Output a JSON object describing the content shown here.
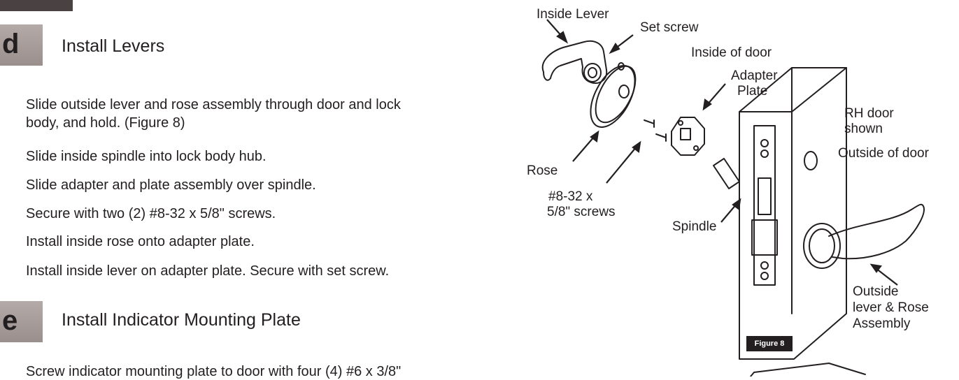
{
  "sections": [
    {
      "letter": "d",
      "title": "Install Levers",
      "steps": [
        "Slide outside lever and rose assembly through door and lock",
        "body, and hold. (Figure 8)",
        "Slide inside spindle into lock body hub.",
        "Slide adapter and plate assembly over spindle.",
        "Secure with two (2) #8-32 x 5/8\" screws.",
        "Install inside rose onto adapter plate.",
        "Install inside lever on adapter plate. Secure with set screw."
      ]
    },
    {
      "letter": "e",
      "title": "Install Indicator Mounting Plate",
      "steps": [
        "Screw indicator mounting plate to door with four (4) #6 x 3/8\""
      ]
    }
  ],
  "figure": {
    "caption": "Figure 8",
    "labels": {
      "inside_lever": "Inside Lever",
      "set_screw": "Set screw",
      "inside_of_door": "Inside of door",
      "adapter_plate_1": "Adapter",
      "adapter_plate_2": "Plate",
      "rh_door_1": "RH door",
      "rh_door_2": "shown",
      "outside_of_door": "Outside of door",
      "rose": "Rose",
      "screws_1": "#8-32 x",
      "screws_2": "5/8\" screws",
      "spindle": "Spindle",
      "outside_lever_1": "Outside",
      "outside_lever_2": "lever & Rose",
      "outside_lever_3": "Assembly"
    }
  },
  "colors": {
    "text": "#231f20",
    "badge": "#a39896",
    "caption_bg": "#231f20"
  }
}
